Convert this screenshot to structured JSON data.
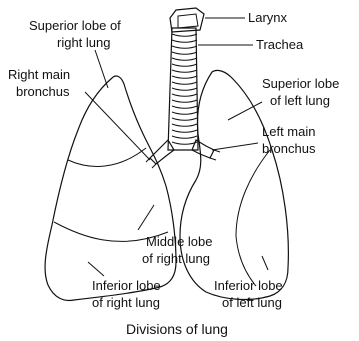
{
  "labels": {
    "larynx": "Larynx",
    "trachea": "Trachea",
    "superior_right_1": "Superior lobe of",
    "superior_right_2": "right lung",
    "right_main_bronchus_1": "Right main",
    "right_main_bronchus_2": "bronchus",
    "superior_left_1": "Superior lobe",
    "superior_left_2": "of left lung",
    "left_main_bronchus_1": "Left main",
    "left_main_bronchus_2": "bronchus",
    "middle_right_1": "Middle lobe",
    "middle_right_2": "of right lung",
    "inferior_right_1": "Inferior lobe",
    "inferior_right_2": "of right lung",
    "inferior_left_1": "Inferior lobe",
    "inferior_left_2": "of left lung"
  },
  "caption": "Divisions of lung"
}
